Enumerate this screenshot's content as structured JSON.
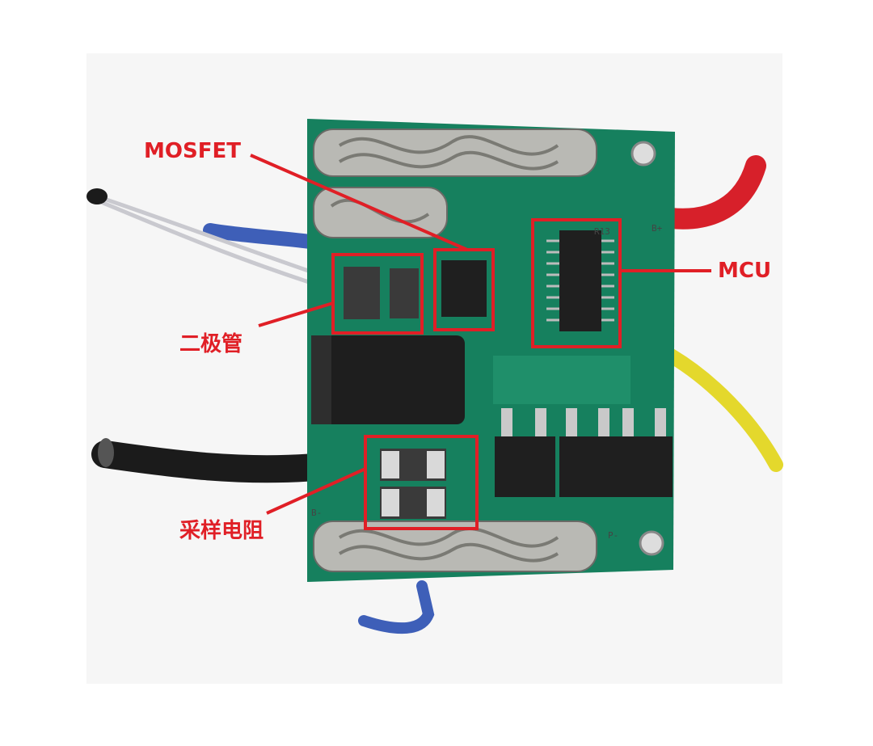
{
  "annotations": {
    "mosfet": "MOSFET",
    "mcu": "MCU",
    "diode": "二极管",
    "shunt": "采样电阻"
  },
  "silkscreen": {
    "b_plus": "B+",
    "b_minus": "B-",
    "p_minus": "P-",
    "r13": "R13"
  },
  "colors": {
    "pcb": "#16805e",
    "highlight": "#e01f26",
    "wire_red": "#d7202a",
    "wire_blue": "#3e5fb8",
    "wire_yellow": "#e4d82c",
    "wire_black": "#1b1b1b"
  }
}
